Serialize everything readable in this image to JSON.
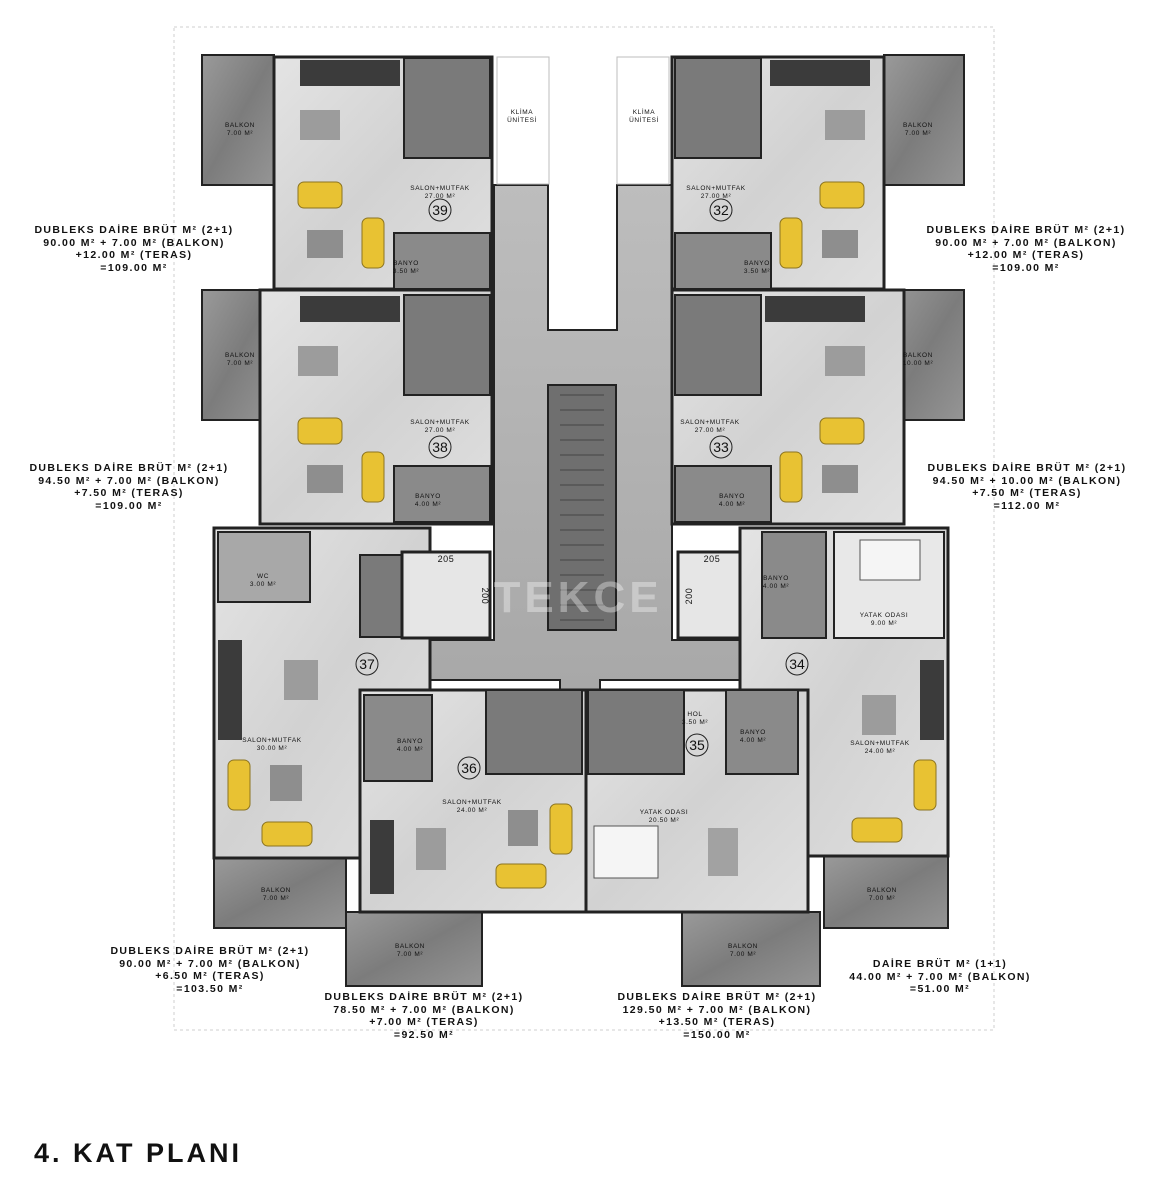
{
  "title": "4. KAT PLANI",
  "watermark": "TEKCE",
  "colors": {
    "wall": "#2e2e2e",
    "floor": "#d9d9d9",
    "marble": "#8f8f8f",
    "sofa": "#e8c233",
    "ink": "#111111"
  },
  "units": [
    {
      "no": "39",
      "room_name": "SALON+MUTFAK",
      "room_area": "27.00 M²",
      "bath_name": "BANYO",
      "bath_area": "3.50 M²",
      "balcony_name": "BALKON",
      "balcony_area": "7.00 M²"
    },
    {
      "no": "32",
      "room_name": "SALON+MUTFAK",
      "room_area": "27.00 M²",
      "bath_name": "BANYO",
      "bath_area": "3.50 M²",
      "balcony_name": "BALKON",
      "balcony_area": "7.00 M²"
    },
    {
      "no": "38",
      "room_name": "SALON+MUTFAK",
      "room_area": "27.00 M²",
      "bath_name": "BANYO",
      "bath_area": "4.00 M²",
      "balcony_name": "BALKON",
      "balcony_area": "7.00 M²"
    },
    {
      "no": "33",
      "room_name": "SALON+MUTFAK",
      "room_area": "27.00 M²",
      "bath_name": "BANYO",
      "bath_area": "4.00 M²",
      "balcony_name": "BALKON",
      "balcony_area": "10.00 M²"
    },
    {
      "no": "37",
      "room_name": "SALON+MUTFAK",
      "room_area": "30.00 M²",
      "bath_name": "WC",
      "bath_area": "3.00 M²",
      "balcony_name": "BALKON",
      "balcony_area": "7.00 M²"
    },
    {
      "no": "34",
      "room_name": "SALON+MUTFAK",
      "room_area": "24.00 M²",
      "bath_name": "BANYO",
      "bath_area": "4.00 M²",
      "bed_name": "YATAK ODASI",
      "bed_area": "9.00 M²",
      "balcony_name": "BALKON",
      "balcony_area": "7.00 M²"
    },
    {
      "no": "36",
      "room_name": "SALON+MUTFAK",
      "room_area": "24.00 M²",
      "bath_name": "BANYO",
      "bath_area": "4.00 M²",
      "balcony_name": "BALKON",
      "balcony_area": "7.00 M²"
    },
    {
      "no": "35",
      "bed_name": "YATAK ODASI",
      "bed_area": "20.50 M²",
      "bath_name": "BANYO",
      "bath_area": "4.00 M²",
      "hall_name": "HOL",
      "hall_area": "3.50 M²",
      "balcony_name": "BALKON",
      "balcony_area": "7.00 M²"
    }
  ],
  "ac_label_1": "KLİMA",
  "ac_label_2": "ÜNİTESİ",
  "elevator": {
    "left_w": "205",
    "left_h": "200",
    "right_w": "205",
    "right_h": "200"
  },
  "blocks": {
    "tl": [
      "DUBLEKS DAİRE BRÜT M² (2+1)",
      "90.00 M² + 7.00 M² (BALKON)",
      "+12.00 M² (TERAS)",
      "=109.00 M²"
    ],
    "tr": [
      "DUBLEKS DAİRE BRÜT M² (2+1)",
      "90.00 M² + 7.00 M² (BALKON)",
      "+12.00 M² (TERAS)",
      "=109.00 M²"
    ],
    "ml": [
      "DUBLEKS DAİRE BRÜT M² (2+1)",
      "94.50 M² + 7.00 M² (BALKON)",
      "+7.50 M² (TERAS)",
      "=109.00 M²"
    ],
    "mr": [
      "DUBLEKS DAİRE BRÜT M² (2+1)",
      "94.50 M² + 10.00 M² (BALKON)",
      "+7.50 M² (TERAS)",
      "=112.00 M²"
    ],
    "bl": [
      "DUBLEKS DAİRE BRÜT M² (2+1)",
      "90.00 M² + 7.00 M² (BALKON)",
      "+6.50 M² (TERAS)",
      "=103.50 M²"
    ],
    "bc1": [
      "DUBLEKS DAİRE BRÜT M² (2+1)",
      "78.50 M² + 7.00 M² (BALKON)",
      "+7.00 M² (TERAS)",
      "=92.50 M²"
    ],
    "bc2": [
      "DUBLEKS DAİRE BRÜT M² (2+1)",
      "129.50 M² + 7.00 M² (BALKON)",
      "+13.50 M² (TERAS)",
      "=150.00 M²"
    ],
    "br": [
      "DAİRE BRÜT M² (1+1)",
      "44.00 M² + 7.00 M² (BALKON)",
      "=51.00 M²"
    ]
  }
}
